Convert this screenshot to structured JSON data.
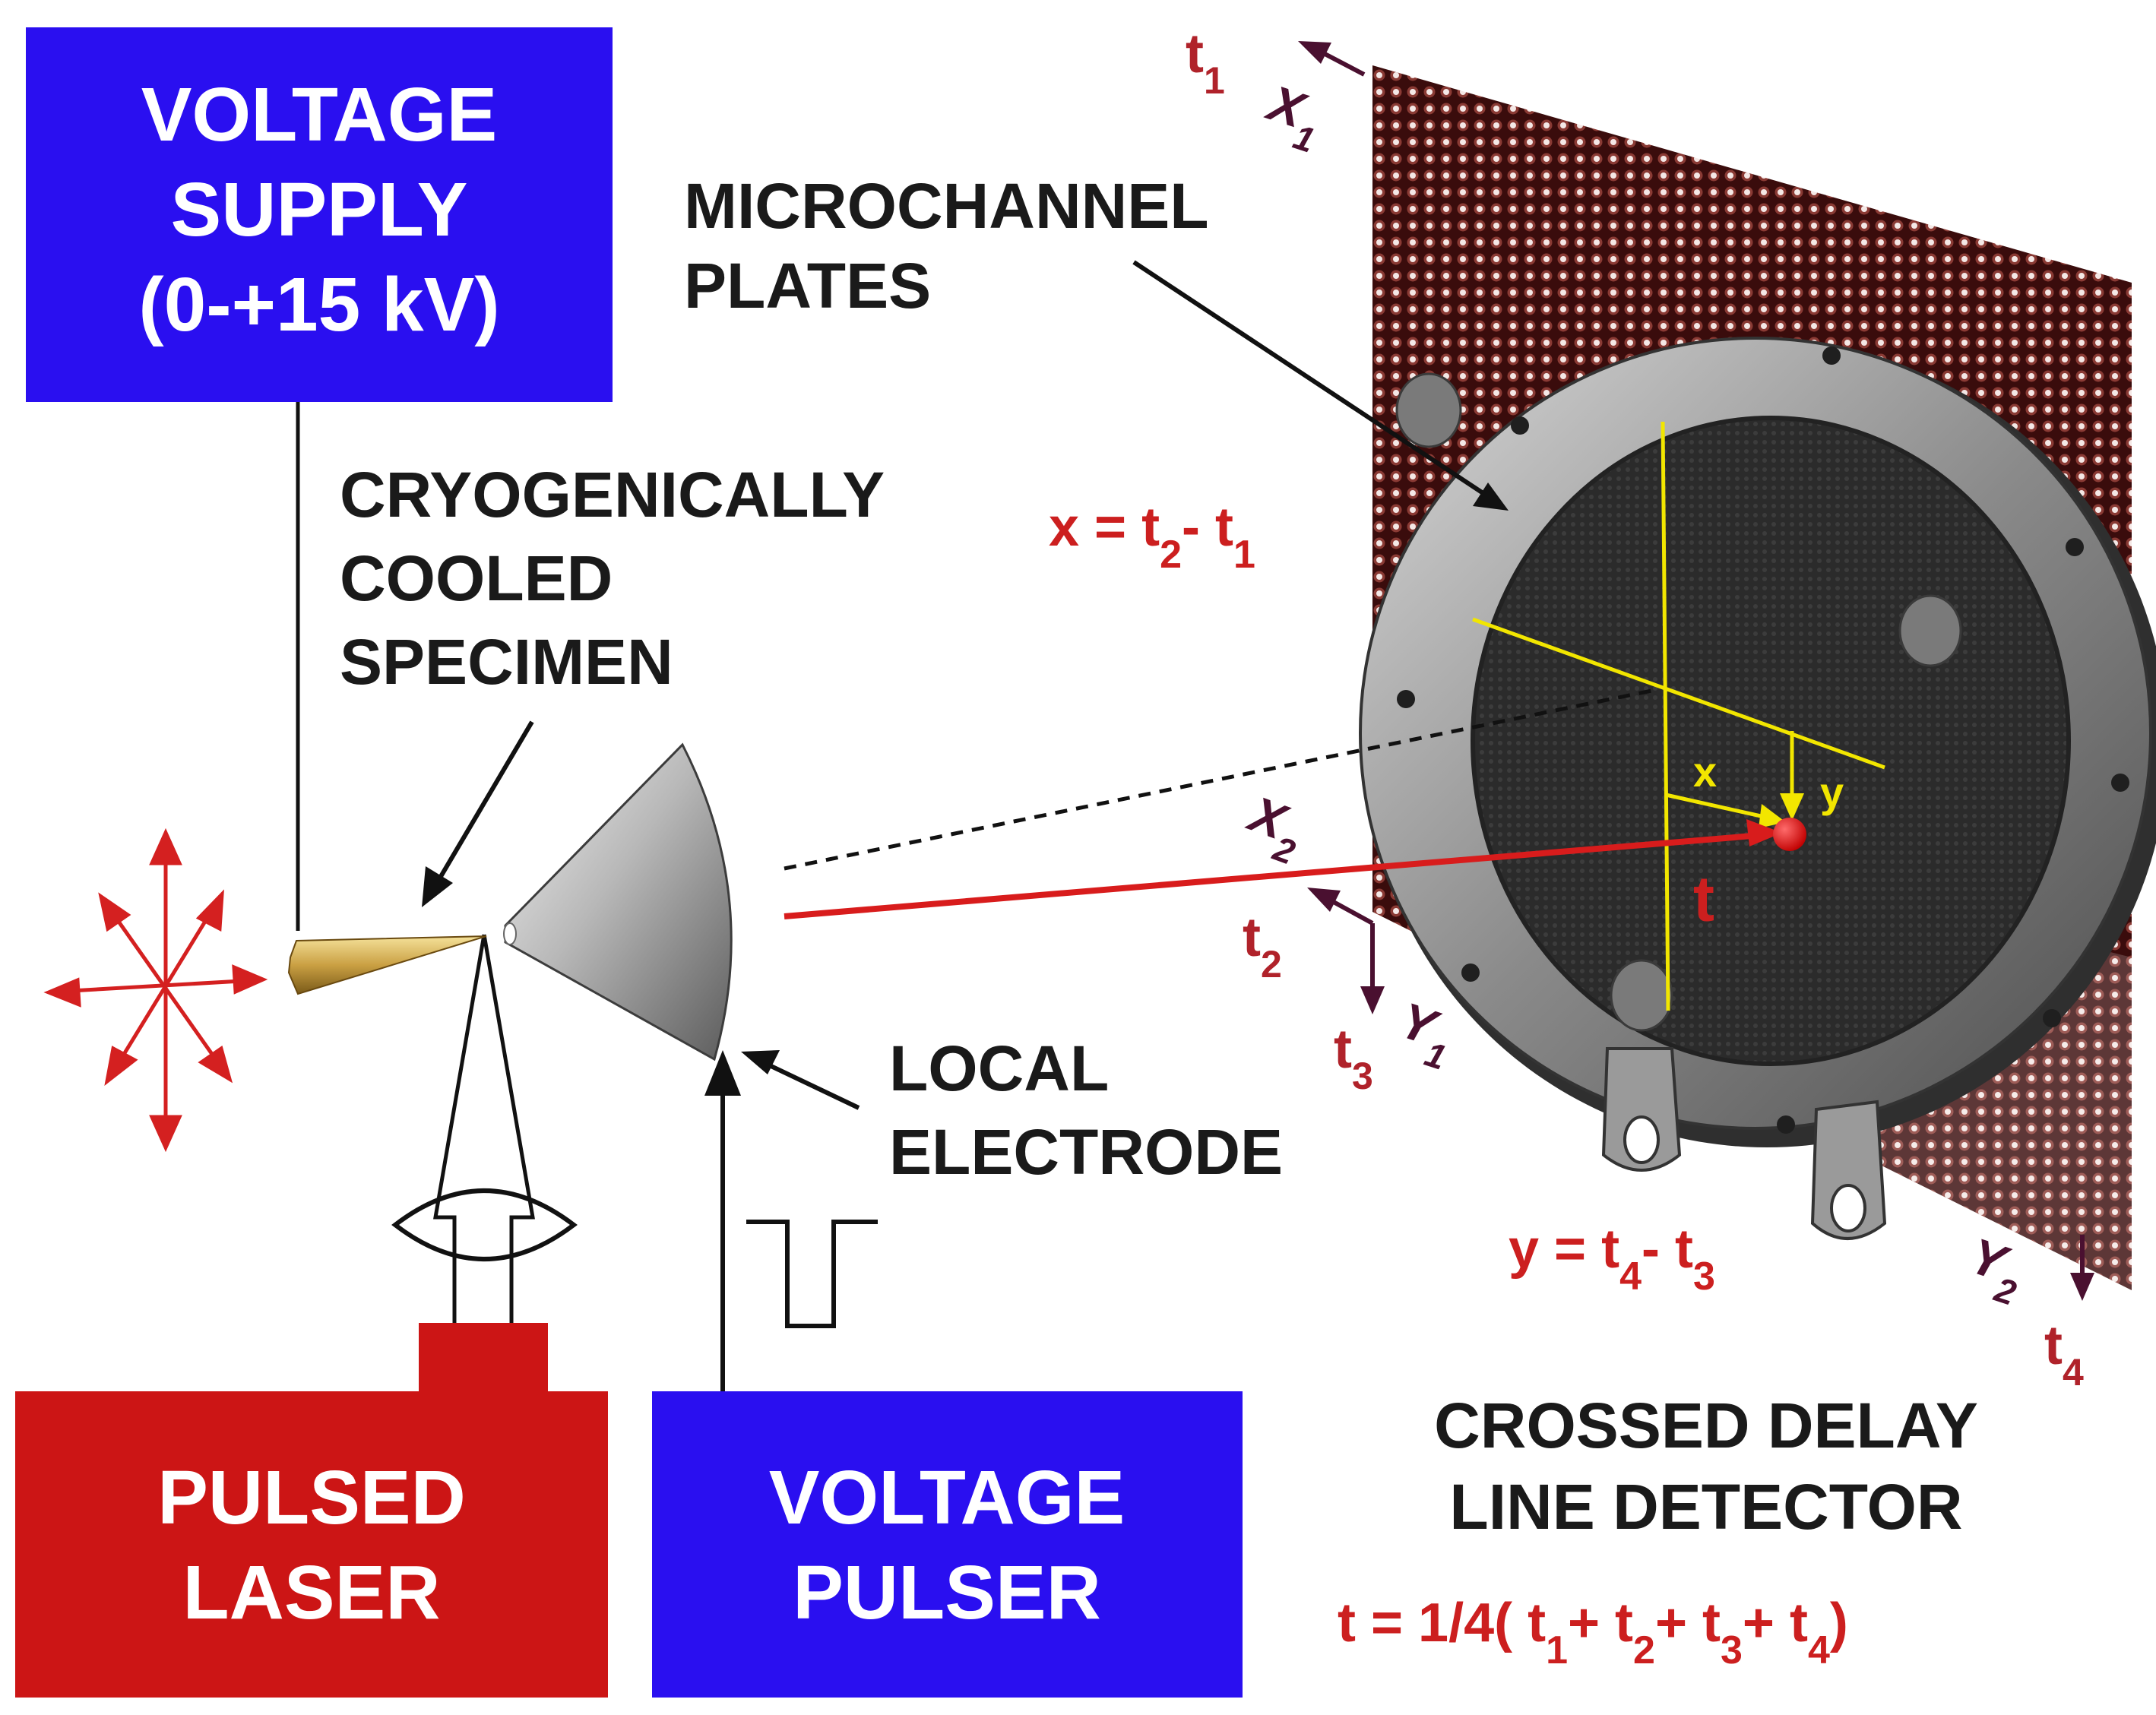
{
  "colors": {
    "supply_box": "#2a0ff0",
    "laser_box": "#cc1515",
    "pulser_box": "#2a0ff0",
    "formula_text": "#cc1f1f",
    "detector_mesh": "#5a1a1a",
    "yellow_lines": "#f2e600",
    "ion_path": "#d81c1c",
    "axis_arrows": "#4a1030"
  },
  "boxes": {
    "voltage_supply": [
      "VOLTAGE",
      "SUPPLY",
      "(0-+15 kV)"
    ],
    "pulsed_laser": [
      "PULSED",
      "LASER"
    ],
    "voltage_pulser": [
      "VOLTAGE",
      "PULSER"
    ]
  },
  "labels": {
    "specimen": [
      "CRYOGENICALLY",
      "COOLED",
      "SPECIMEN"
    ],
    "microchannel": [
      "MICROCHANNEL",
      "PLATES"
    ],
    "local_electrode": [
      "LOCAL",
      "ELECTRODE"
    ],
    "detector": [
      "CROSSED DELAY",
      "LINE DETECTOR"
    ]
  },
  "formulas": {
    "x": {
      "lhs": "x = t",
      "s1": "2",
      "mid": "- t",
      "s2": "1"
    },
    "y": {
      "lhs": "y = t",
      "s1": "4",
      "mid": "- t",
      "s2": "3"
    },
    "t": {
      "p0": "t = 1/4( t",
      "s1": "1",
      "p1": "+ t",
      "s2": "2",
      "p2": "+ t",
      "s3": "3",
      "p3": "+ t",
      "s4": "4",
      "p4": ")"
    }
  },
  "axes": {
    "x1": {
      "t": "t",
      "sub_t": "1",
      "name": "X",
      "sub": "1"
    },
    "x2": {
      "t": "t",
      "sub_t": "2",
      "name": "X",
      "sub": "2"
    },
    "y1": {
      "t": "t",
      "sub_t": "3",
      "name": "Y",
      "sub": "1"
    },
    "y2": {
      "t": "t",
      "sub_t": "4",
      "name": "Y",
      "sub": "2"
    }
  },
  "detector_marks": {
    "x": "x",
    "y": "y",
    "t": "t"
  }
}
